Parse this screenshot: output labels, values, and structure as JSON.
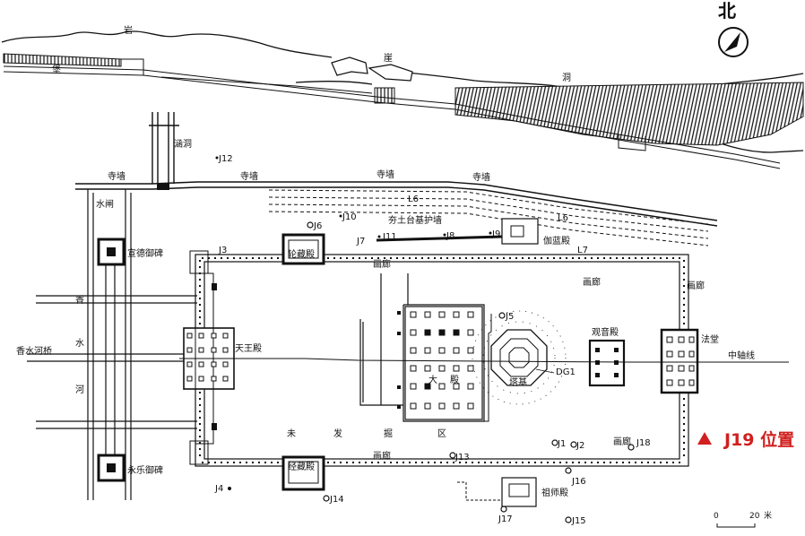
{
  "compass": {
    "label": "北"
  },
  "marker": {
    "text": "J19 位置",
    "color": "#d0201f"
  },
  "scale": {
    "zero": "0",
    "value": "20",
    "unit": "米"
  },
  "colors": {
    "ink": "#111111",
    "water": "#7a7a7a"
  },
  "labels": {
    "yan": "岩",
    "ya": "崖",
    "dong": "洞",
    "bao": "堡",
    "handong": "涵洞",
    "siqiang_a": "寺墙",
    "siqiang_b": "寺墙",
    "siqiang_c": "寺墙",
    "shuizha": "水闸",
    "hangtu": "夯土台基护墙",
    "xuande": "宣德御碑",
    "yongle": "永乐御碑",
    "xiang": "香",
    "shui": "水",
    "he": "河",
    "bridge": "香水河桥",
    "tianwang": "天王殿",
    "lunzang": "轮藏殿",
    "jingzang": "经藏殿",
    "dadian_da": "大",
    "dadian_dian": "殿",
    "taji": "塔基",
    "guanyin": "观音殿",
    "fatang": "法堂",
    "qielan": "伽蓝殿",
    "zushi": "祖师殿",
    "zhongzhou": "中轴线",
    "hualang_a": "画廊",
    "hualang_b": "画廊",
    "hualang_c": "画廊",
    "hualang_d": "画廊",
    "hualang_e": "画廊",
    "wei": "未",
    "fa": "发",
    "jue": "掘",
    "qu": "区",
    "L6a": "L6",
    "L6b": "L6",
    "L7": "L7",
    "DG1": "DG1"
  },
  "points": {
    "J1": "J1",
    "J2": "J2",
    "J3": "J3",
    "J4": "J4",
    "J5": "J5",
    "J6": "J6",
    "J7": "J7",
    "J8": "J8",
    "J9": "J9",
    "J10": "J10",
    "J11": "J11",
    "J12": "J12",
    "J13": "J13",
    "J14": "J14",
    "J15": "J15",
    "J16": "J16",
    "J17": "J17",
    "J18": "J18"
  }
}
